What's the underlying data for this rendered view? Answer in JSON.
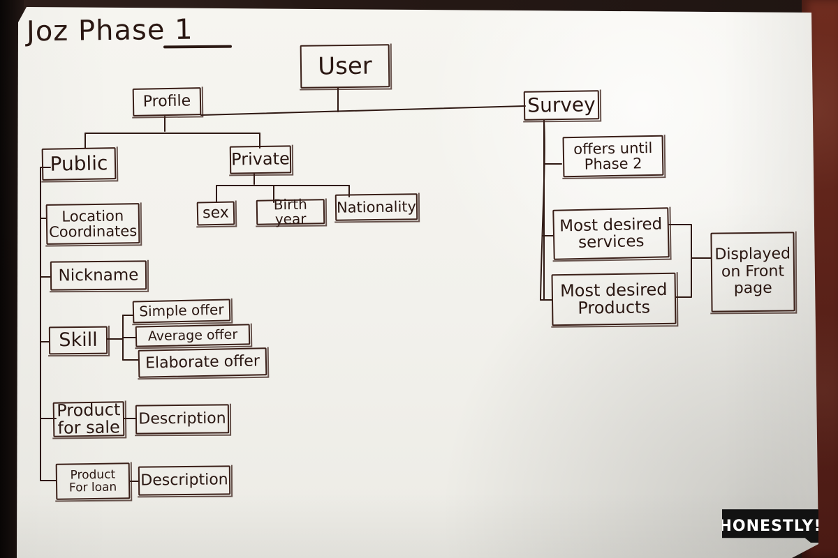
{
  "diagram": {
    "title": "Joz Phase 1",
    "nodes": {
      "user": "User",
      "profile": "Profile",
      "survey": "Survey",
      "public": "Public",
      "private": "Private",
      "sex": "sex",
      "birth_year": "Birth year",
      "nationality": "Nationality",
      "location_coordinates": "Location\nCoordinates",
      "nickname": "Nickname",
      "skill": "Skill",
      "simple_offer": "Simple offer",
      "average_offer": "Average offer",
      "elaborate_offer": "Elaborate offer",
      "product_for_sale": "Product\nfor sale",
      "description_sale": "Description",
      "product_for_loan": "Product\nFor loan",
      "description_loan": "Description",
      "offers_until_phase_2": "offers until\nPhase 2",
      "most_desired_services": "Most desired\nservices",
      "most_desired_products": "Most desired\nProducts",
      "displayed_on_front_page": "Displayed\non Front\npage"
    }
  },
  "watermark": "HONESTLY!",
  "colors": {
    "ink": "#2a1712",
    "paper": "#f4f3ee",
    "wall": "#5b2219"
  }
}
